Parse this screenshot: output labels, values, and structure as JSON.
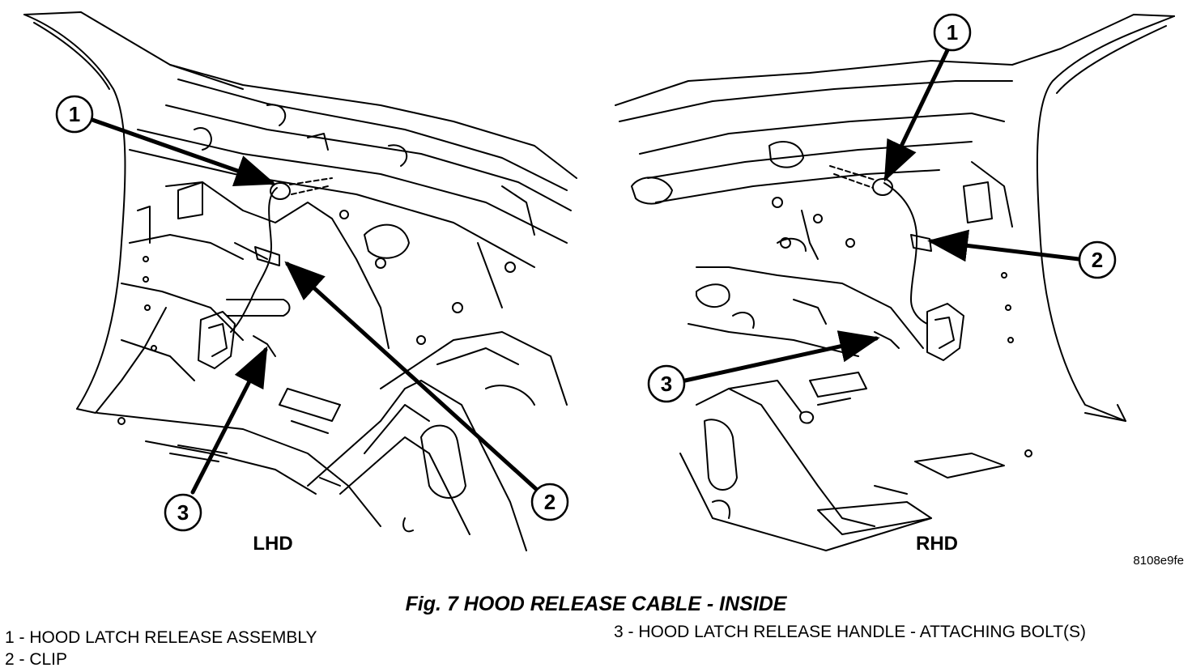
{
  "figure": {
    "lhd_label": "LHD",
    "rhd_label": "RHD",
    "image_code": "8108e9fe",
    "callouts": {
      "lhd": [
        "1",
        "2",
        "3"
      ],
      "rhd": [
        "1",
        "2",
        "3"
      ]
    }
  },
  "caption": "Fig. 7 HOOD RELEASE CABLE - INSIDE",
  "legend": [
    "1 - HOOD LATCH RELEASE ASSEMBLY",
    "2 - CLIP",
    "3 - HOOD LATCH RELEASE HANDLE - ATTACHING BOLT(S)"
  ]
}
